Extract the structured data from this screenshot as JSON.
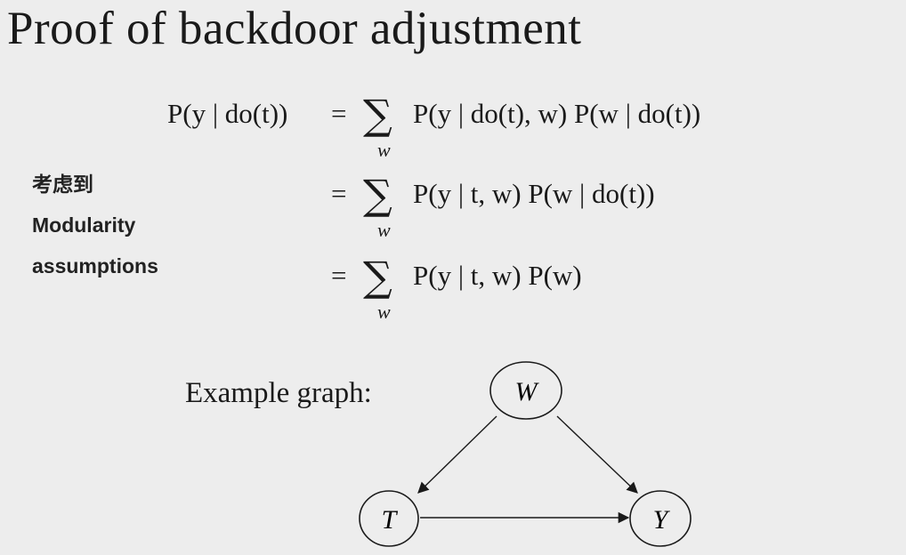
{
  "slide": {
    "title": "Proof of backdoor adjustment",
    "note_lines": [
      "考虑到",
      "Modularity",
      "assumptions"
    ],
    "equations": [
      {
        "lhs": "P(y | do(t))",
        "sum_index": "w",
        "rhs": "P(y | do(t), w) P(w | do(t))"
      },
      {
        "lhs": "",
        "sum_index": "w",
        "rhs": "P(y | t, w) P(w | do(t))"
      },
      {
        "lhs": "",
        "sum_index": "w",
        "rhs": "P(y | t, w) P(w)"
      }
    ],
    "equals_sign": "=",
    "sum_symbol": "∑",
    "example_label": "Example graph:",
    "graph": {
      "nodes": [
        {
          "id": "W",
          "label": "W"
        },
        {
          "id": "T",
          "label": "T"
        },
        {
          "id": "Y",
          "label": "Y"
        }
      ],
      "edges": [
        {
          "from": "W",
          "to": "T"
        },
        {
          "from": "W",
          "to": "Y"
        },
        {
          "from": "T",
          "to": "Y"
        }
      ]
    }
  }
}
